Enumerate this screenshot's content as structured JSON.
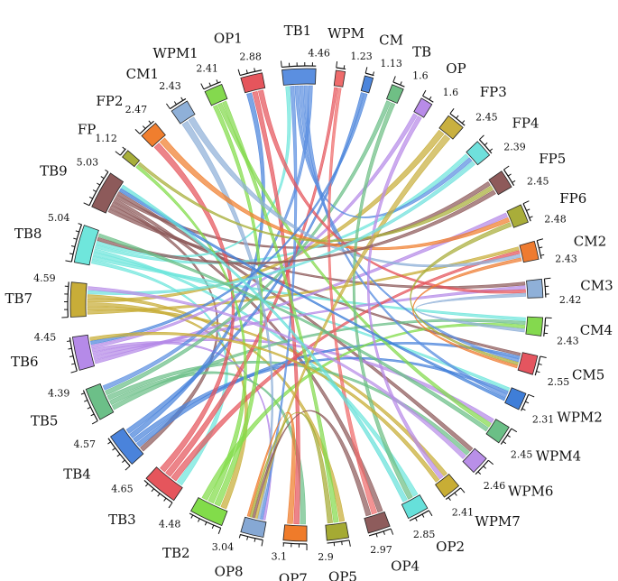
{
  "chart_data": {
    "type": "chord",
    "segments": [
      {
        "name": "TB1",
        "value": 4.46,
        "color": "#5b8fe0"
      },
      {
        "name": "WPM",
        "value": 1.23,
        "color": "#ef6b6b"
      },
      {
        "name": "CM",
        "value": 1.13,
        "color": "#4d86dc"
      },
      {
        "name": "TB",
        "value": 1.6,
        "color": "#6fbf85"
      },
      {
        "name": "OP",
        "value": 1.6,
        "color": "#b88be8"
      },
      {
        "name": "FP3",
        "value": 2.45,
        "color": "#c9b040"
      },
      {
        "name": "FP4",
        "value": 2.39,
        "color": "#6fe0dc"
      },
      {
        "name": "FP5",
        "value": 2.45,
        "color": "#8e5a5a"
      },
      {
        "name": "FP6",
        "value": 2.48,
        "color": "#a9ad3a"
      },
      {
        "name": "CM2",
        "value": 2.43,
        "color": "#ee7b30"
      },
      {
        "name": "CM3",
        "value": 2.42,
        "color": "#8fb0d8"
      },
      {
        "name": "CM4",
        "value": 2.43,
        "color": "#84d94e"
      },
      {
        "name": "CM5",
        "value": 2.55,
        "color": "#e4555f"
      },
      {
        "name": "WPM2",
        "value": 2.31,
        "color": "#3f7ed8"
      },
      {
        "name": "WPM4",
        "value": 2.45,
        "color": "#6bbf86"
      },
      {
        "name": "WPM6",
        "value": 2.46,
        "color": "#b98fe8"
      },
      {
        "name": "WPM7",
        "value": 2.41,
        "color": "#c8ad35"
      },
      {
        "name": "OP2",
        "value": 2.85,
        "color": "#66e0da"
      },
      {
        "name": "OP4",
        "value": 2.97,
        "color": "#8e5c5c"
      },
      {
        "name": "OP5",
        "value": 2.9,
        "color": "#a5aa33"
      },
      {
        "name": "OP7",
        "value": 3.1,
        "color": "#ef7b2a"
      },
      {
        "name": "OP8",
        "value": 3.04,
        "color": "#86a8d4"
      },
      {
        "name": "TB2",
        "value": 4.48,
        "color": "#82dc4a"
      },
      {
        "name": "TB3",
        "value": 4.65,
        "color": "#e5555c"
      },
      {
        "name": "TB4",
        "value": 4.57,
        "color": "#4a83db"
      },
      {
        "name": "TB5",
        "value": 4.39,
        "color": "#6cbf88"
      },
      {
        "name": "TB6",
        "value": 4.45,
        "color": "#b58ae8"
      },
      {
        "name": "TB7",
        "value": 4.59,
        "color": "#c8ad38"
      },
      {
        "name": "TB8",
        "value": 5.04,
        "color": "#6fe6dc"
      },
      {
        "name": "TB9",
        "value": 5.03,
        "color": "#8d5a5a"
      },
      {
        "name": "FP",
        "value": 1.12,
        "color": "#a7ae3a"
      },
      {
        "name": "FP2",
        "value": 2.47,
        "color": "#f07e2e"
      },
      {
        "name": "CM1",
        "value": 2.43,
        "color": "#8fb0d8"
      },
      {
        "name": "WPM1",
        "value": 2.41,
        "color": "#84d94e"
      },
      {
        "name": "OP1",
        "value": 2.88,
        "color": "#e5555c"
      }
    ],
    "links": [
      {
        "source": "TB9",
        "target": "CM3"
      },
      {
        "source": "TB9",
        "target": "CM5"
      },
      {
        "source": "TB9",
        "target": "TB4"
      },
      {
        "source": "TB9",
        "target": "OP4"
      },
      {
        "source": "TB9",
        "target": "FP5"
      },
      {
        "source": "TB9",
        "target": "WPM6"
      },
      {
        "source": "TB8",
        "target": "TB3"
      },
      {
        "source": "TB8",
        "target": "CM4"
      },
      {
        "source": "TB8",
        "target": "WPM2"
      },
      {
        "source": "TB8",
        "target": "OP2"
      },
      {
        "source": "TB8",
        "target": "FP4"
      },
      {
        "source": "TB8",
        "target": "TB1"
      },
      {
        "source": "TB7",
        "target": "CM2"
      },
      {
        "source": "TB7",
        "target": "WPM7"
      },
      {
        "source": "TB7",
        "target": "TB2"
      },
      {
        "source": "TB7",
        "target": "FP3"
      },
      {
        "source": "TB7",
        "target": "OP5"
      },
      {
        "source": "TB6",
        "target": "FP6"
      },
      {
        "source": "TB6",
        "target": "CM3"
      },
      {
        "source": "TB6",
        "target": "WPM4"
      },
      {
        "source": "TB6",
        "target": "OP8"
      },
      {
        "source": "TB6",
        "target": "OP"
      },
      {
        "source": "TB5",
        "target": "CM4"
      },
      {
        "source": "TB5",
        "target": "OP7"
      },
      {
        "source": "TB5",
        "target": "WPM6"
      },
      {
        "source": "TB5",
        "target": "TB"
      },
      {
        "source": "TB4",
        "target": "CM5"
      },
      {
        "source": "TB4",
        "target": "WPM2"
      },
      {
        "source": "TB4",
        "target": "OP1"
      },
      {
        "source": "TB4",
        "target": "CM"
      },
      {
        "source": "TB3",
        "target": "CM2"
      },
      {
        "source": "TB3",
        "target": "WPM"
      },
      {
        "source": "TB3",
        "target": "FP2"
      },
      {
        "source": "TB2",
        "target": "WPM1"
      },
      {
        "source": "TB2",
        "target": "FP"
      },
      {
        "source": "TB2",
        "target": "CM4"
      },
      {
        "source": "TB1",
        "target": "OP8"
      },
      {
        "source": "TB1",
        "target": "FP4"
      },
      {
        "source": "TB1",
        "target": "CM5"
      },
      {
        "source": "TB1",
        "target": "WPM2"
      },
      {
        "source": "TB1",
        "target": "TB5"
      },
      {
        "source": "OP1",
        "target": "OP7"
      },
      {
        "source": "OP1",
        "target": "CM3"
      },
      {
        "source": "WPM1",
        "target": "WPM4"
      },
      {
        "source": "WPM1",
        "target": "OP5"
      },
      {
        "source": "CM1",
        "target": "OP8"
      },
      {
        "source": "CM1",
        "target": "CM2"
      },
      {
        "source": "FP2",
        "target": "FP6"
      },
      {
        "source": "FP",
        "target": "FP5"
      },
      {
        "source": "WPM",
        "target": "OP4"
      },
      {
        "source": "CM",
        "target": "TB6"
      },
      {
        "source": "TB",
        "target": "OP2"
      },
      {
        "source": "OP",
        "target": "WPM7"
      },
      {
        "source": "FP3",
        "target": "OP8"
      },
      {
        "source": "FP4",
        "target": "TB7"
      },
      {
        "source": "FP5",
        "target": "TB8"
      },
      {
        "source": "FP6",
        "target": "CM5"
      },
      {
        "source": "CM2",
        "target": "CM5"
      },
      {
        "source": "CM3",
        "target": "CM4"
      },
      {
        "source": "WPM2",
        "target": "TB9"
      },
      {
        "source": "WPM4",
        "target": "TB8"
      },
      {
        "source": "WPM6",
        "target": "TB7"
      },
      {
        "source": "WPM7",
        "target": "TB6"
      },
      {
        "source": "OP2",
        "target": "TB9"
      },
      {
        "source": "OP4",
        "target": "OP8"
      },
      {
        "source": "OP5",
        "target": "OP8"
      },
      {
        "source": "OP7",
        "target": "OP8"
      }
    ]
  }
}
